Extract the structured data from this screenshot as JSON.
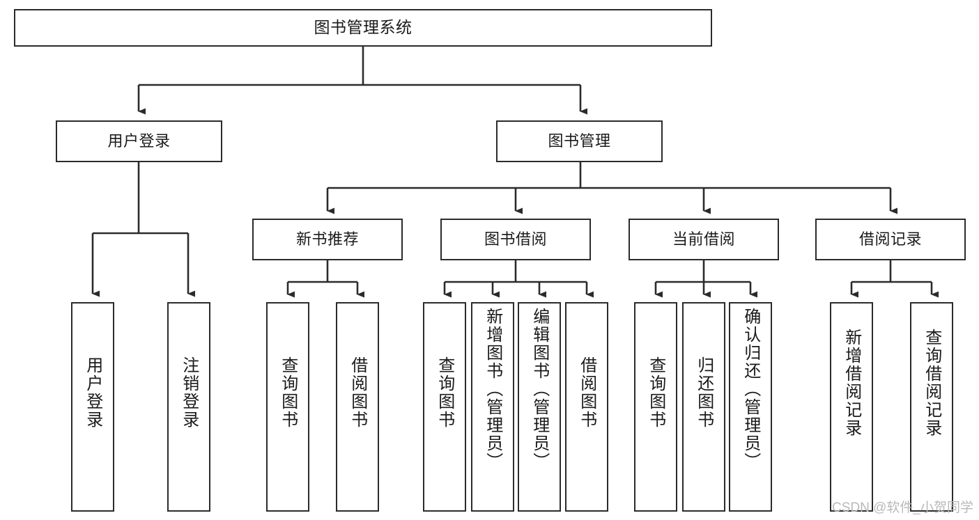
{
  "diagram": {
    "title": "图书管理系统",
    "watermark": "CSDN @软件_小贺同学",
    "colors": {
      "box_border": "#2b2b2b",
      "box_fill": "#ffffff",
      "edge": "#2b2b2b",
      "text": "#1a1a1a",
      "watermark": "#b9b9b9",
      "background": "#ffffff"
    }
  },
  "nodes": {
    "root": {
      "label": "图书管理系统"
    },
    "level2": [
      {
        "id": "user-login",
        "label": "用户登录"
      },
      {
        "id": "book-manage",
        "label": "图书管理"
      }
    ],
    "level3": [
      {
        "id": "new-book-recommend",
        "label": "新书推荐"
      },
      {
        "id": "book-borrow",
        "label": "图书借阅"
      },
      {
        "id": "current-borrow",
        "label": "当前借阅"
      },
      {
        "id": "borrow-record",
        "label": "借阅记录"
      }
    ],
    "leaves": {
      "user_login": [
        {
          "id": "leaf-user-login",
          "label": "用户登录"
        },
        {
          "id": "leaf-logout-login",
          "label": "注销登录"
        }
      ],
      "new_book_recommend": [
        {
          "id": "leaf-query-book-1",
          "label": "查询图书"
        },
        {
          "id": "leaf-borrow-book-1",
          "label": "借阅图书"
        }
      ],
      "book_borrow": [
        {
          "id": "leaf-query-book-2",
          "label": "查询图书"
        },
        {
          "id": "leaf-add-book",
          "label": "新增图书（管理员）"
        },
        {
          "id": "leaf-edit-book",
          "label": "编辑图书（管理员）"
        },
        {
          "id": "leaf-borrow-book-2",
          "label": "借阅图书"
        }
      ],
      "current_borrow": [
        {
          "id": "leaf-query-book-3",
          "label": "查询图书"
        },
        {
          "id": "leaf-return-book",
          "label": "归还图书"
        },
        {
          "id": "leaf-confirm-return",
          "label": "确认归还（管理员）"
        }
      ],
      "borrow_record": [
        {
          "id": "leaf-add-borrow-record",
          "label": "新增借阅记录"
        },
        {
          "id": "leaf-query-borrow-record",
          "label": "查询借阅记录"
        }
      ]
    }
  },
  "chart_data": {
    "type": "diagram",
    "subtype": "tree-hierarchy",
    "title": "图书管理系统",
    "orientation": "top-down",
    "edge_style": "orthogonal-with-arrowheads",
    "levels": 4,
    "tree": {
      "label": "图书管理系统",
      "children": [
        {
          "label": "用户登录",
          "children": [
            {
              "label": "用户登录",
              "children": []
            },
            {
              "label": "注销登录",
              "children": []
            }
          ]
        },
        {
          "label": "图书管理",
          "children": [
            {
              "label": "新书推荐",
              "children": [
                {
                  "label": "查询图书",
                  "children": []
                },
                {
                  "label": "借阅图书",
                  "children": []
                }
              ]
            },
            {
              "label": "图书借阅",
              "children": [
                {
                  "label": "查询图书",
                  "children": []
                },
                {
                  "label": "新增图书（管理员）",
                  "children": []
                },
                {
                  "label": "编辑图书（管理员）",
                  "children": []
                },
                {
                  "label": "借阅图书",
                  "children": []
                }
              ]
            },
            {
              "label": "当前借阅",
              "children": [
                {
                  "label": "查询图书",
                  "children": []
                },
                {
                  "label": "归还图书",
                  "children": []
                },
                {
                  "label": "确认归还（管理员）",
                  "children": []
                }
              ]
            },
            {
              "label": "借阅记录",
              "children": [
                {
                  "label": "新增借阅记录",
                  "children": []
                },
                {
                  "label": "查询借阅记录",
                  "children": []
                }
              ]
            }
          ]
        }
      ]
    },
    "node_count": 20,
    "leaf_count": 13,
    "annotations": [
      "CSDN @软件_小贺同学"
    ]
  }
}
